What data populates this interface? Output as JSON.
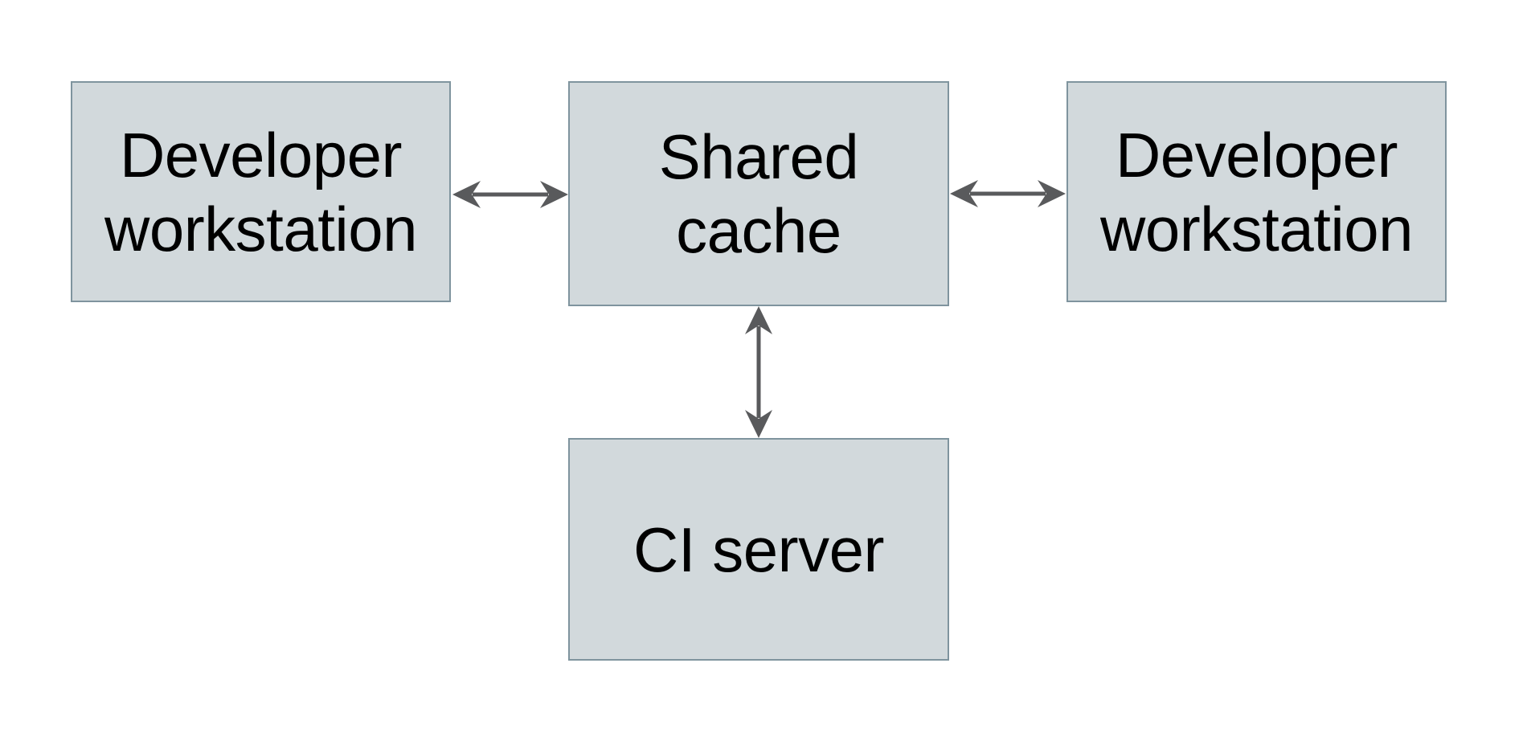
{
  "diagram": {
    "type": "architecture-diagram",
    "nodes": [
      {
        "id": "developer-workstation-left",
        "label": "Developer workstation",
        "lines": [
          "Developer",
          "workstation"
        ]
      },
      {
        "id": "shared-cache",
        "label": "Shared cache",
        "lines": [
          "Shared",
          "cache"
        ]
      },
      {
        "id": "developer-workstation-right",
        "label": "Developer workstation",
        "lines": [
          "Developer",
          "workstation"
        ]
      },
      {
        "id": "ci-server",
        "label": "CI server",
        "lines": [
          "CI server"
        ]
      }
    ],
    "edges": [
      {
        "from": "developer-workstation-left",
        "to": "shared-cache",
        "direction": "bidirectional",
        "orientation": "horizontal"
      },
      {
        "from": "developer-workstation-right",
        "to": "shared-cache",
        "direction": "bidirectional",
        "orientation": "horizontal"
      },
      {
        "from": "ci-server",
        "to": "shared-cache",
        "direction": "bidirectional",
        "orientation": "vertical"
      }
    ]
  },
  "colors": {
    "background": "#ffffff",
    "box_fill": "#d2d9dc",
    "box_border": "#7f949e",
    "arrow_color": "#595a5c",
    "text_color": "#000000"
  }
}
